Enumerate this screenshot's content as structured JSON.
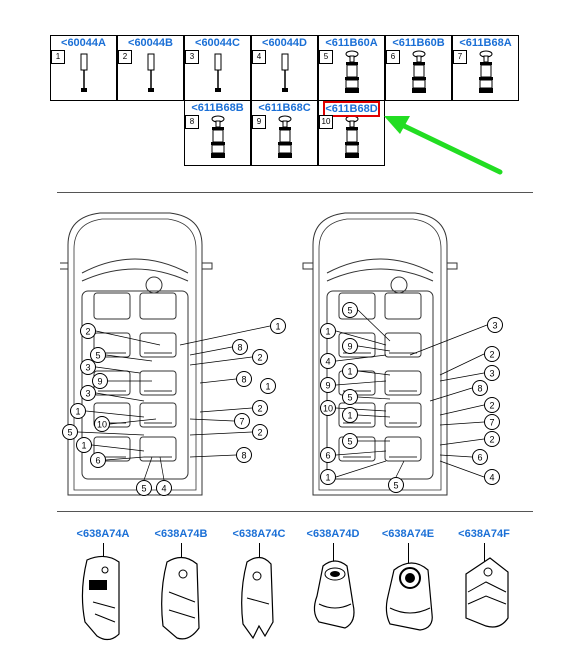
{
  "top_row": [
    {
      "code": "<60044A",
      "num": "1",
      "type": "pin"
    },
    {
      "code": "<60044B",
      "num": "2",
      "type": "pin"
    },
    {
      "code": "<60044C",
      "num": "3",
      "type": "pin"
    },
    {
      "code": "<60044D",
      "num": "4",
      "type": "pin"
    },
    {
      "code": "<611B60A",
      "num": "5",
      "type": "plunger"
    },
    {
      "code": "<611B60B",
      "num": "6",
      "type": "plunger"
    },
    {
      "code": "<611B68A",
      "num": "7",
      "type": "plunger"
    }
  ],
  "second_row": [
    {
      "code": "<611B68B",
      "num": "8",
      "type": "plunger"
    },
    {
      "code": "<611B68C",
      "num": "9",
      "type": "plunger"
    },
    {
      "code": "<611B68D",
      "num": "10",
      "type": "plunger",
      "selected": true
    }
  ],
  "diagram": {
    "left_callouts": [
      "2",
      "1",
      "5",
      "8",
      "3",
      "2",
      "9",
      "8",
      "1",
      "3",
      "2",
      "1",
      "10",
      "7",
      "5",
      "2",
      "1",
      "6",
      "8",
      "5",
      "4"
    ],
    "right_callouts": [
      "5",
      "1",
      "9",
      "4",
      "3",
      "1",
      "9",
      "2",
      "5",
      "3",
      "10",
      "8",
      "1",
      "2",
      "5",
      "7",
      "6",
      "2",
      "1",
      "4",
      "5",
      "6"
    ]
  },
  "bottom_row": [
    {
      "code": "<638A74A"
    },
    {
      "code": "<638A74B"
    },
    {
      "code": "<638A74C"
    },
    {
      "code": "<638A74D"
    },
    {
      "code": "<638A74E"
    },
    {
      "code": "<638A74F"
    }
  ],
  "colors": {
    "link": "#1a6fd6",
    "highlight": "#e00000",
    "arrow": "#22dd22"
  }
}
